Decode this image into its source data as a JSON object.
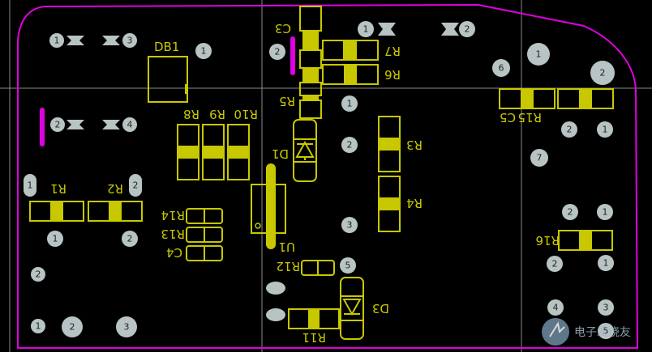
{
  "board": {
    "outline_color": "#e000e0",
    "silk_color": "#c8c800",
    "pad_color": "#b8c4c4",
    "guide_color": "#8a8a8a",
    "background": "#000000"
  },
  "labels": {
    "db1": "DB1",
    "c3": "C3",
    "r7": "R7",
    "r6": "R6",
    "r5": "R5",
    "r8": "R8",
    "r9": "R9",
    "r10": "R10",
    "r15": "R15",
    "c5": "C5",
    "d1": "D1",
    "r3": "R3",
    "r4": "R4",
    "r1": "R1",
    "r2": "R2",
    "r14": "R14",
    "r13": "R13",
    "c4": "C4",
    "u1": "U1",
    "r12": "R12",
    "d3": "D3",
    "r11": "R11",
    "r16": "R16"
  },
  "pad_numbers": {
    "p_1_a": "1",
    "p_3_a": "3",
    "p_1_db": "1",
    "p_1_c3": "1",
    "p_2_top": "2",
    "p_2_c3": "2",
    "p_1_rgt": "1",
    "p_6": "6",
    "p_2_rgt": "2",
    "p_1_mid": "1",
    "p_2_left": "2",
    "p_4_left": "4",
    "p_2_mid": "2",
    "p_2_r15": "2",
    "p_1_r15": "1",
    "p_7": "7",
    "p_1_r1": "1",
    "p_2_r2": "2",
    "p_3_mid": "3",
    "p_2_r16a": "2",
    "p_1_r16a": "1",
    "p_1_bl": "1",
    "p_2_bl": "2",
    "p_2_r16b": "2",
    "p_1_r16b": "1",
    "p_5": "5",
    "p_2_far": "2",
    "p_1_bot": "1",
    "p_2_bot": "2",
    "p_3_bot": "3",
    "p_4_br": "4",
    "p_3_br": "3",
    "p_5_br": "5"
  },
  "watermark": {
    "text": "电子发烧友",
    "icon": "logo-icon"
  }
}
